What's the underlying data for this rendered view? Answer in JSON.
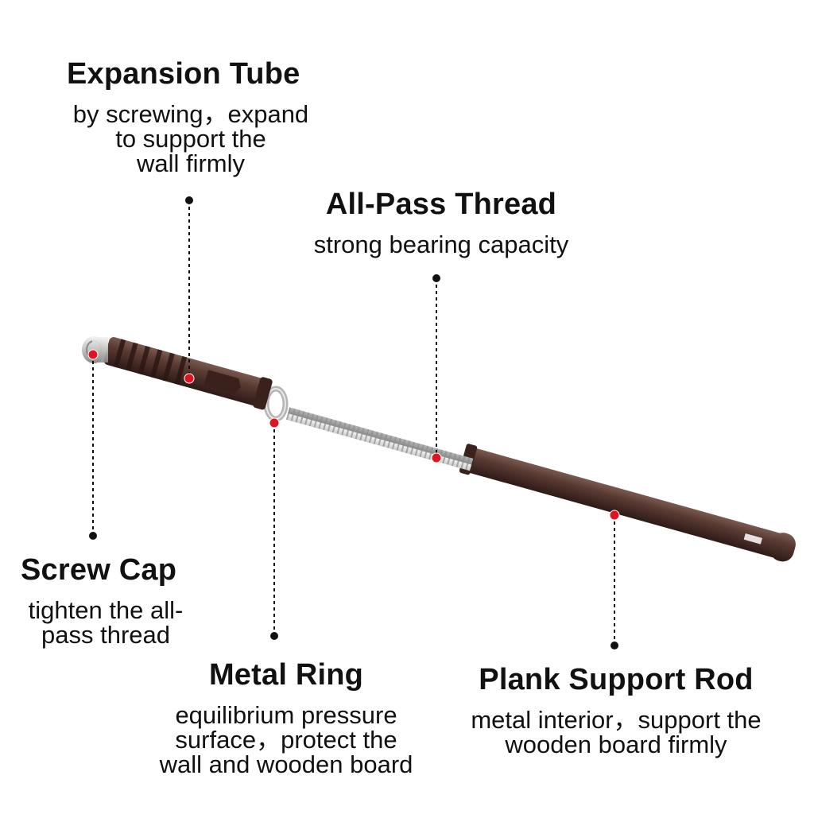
{
  "annotations": [
    {
      "id": "expansion-tube",
      "title": "Expansion Tube",
      "desc_lines": [
        "by screwing，expand",
        "to support the",
        "wall firmly"
      ]
    },
    {
      "id": "all-pass-thread",
      "title": "All-Pass Thread",
      "desc_lines": [
        "strong bearing capacity"
      ]
    },
    {
      "id": "screw-cap",
      "title": "Screw Cap",
      "desc_lines": [
        "tighten the all-",
        "pass thread"
      ]
    },
    {
      "id": "metal-ring",
      "title": "Metal Ring",
      "desc_lines": [
        "equilibrium pressure",
        "surface，protect the",
        "wall and wooden board"
      ]
    },
    {
      "id": "plank-support-rod",
      "title": "Plank Support Rod",
      "desc_lines": [
        "metal interior，support the",
        "wooden board firmly"
      ]
    }
  ],
  "colors": {
    "background": "#ffffff",
    "text": "#111111",
    "marker_red": "#e0141e",
    "dot_black": "#111111",
    "rod_brown": "#4a2b24",
    "thread_silver": "#c9c9c9"
  }
}
